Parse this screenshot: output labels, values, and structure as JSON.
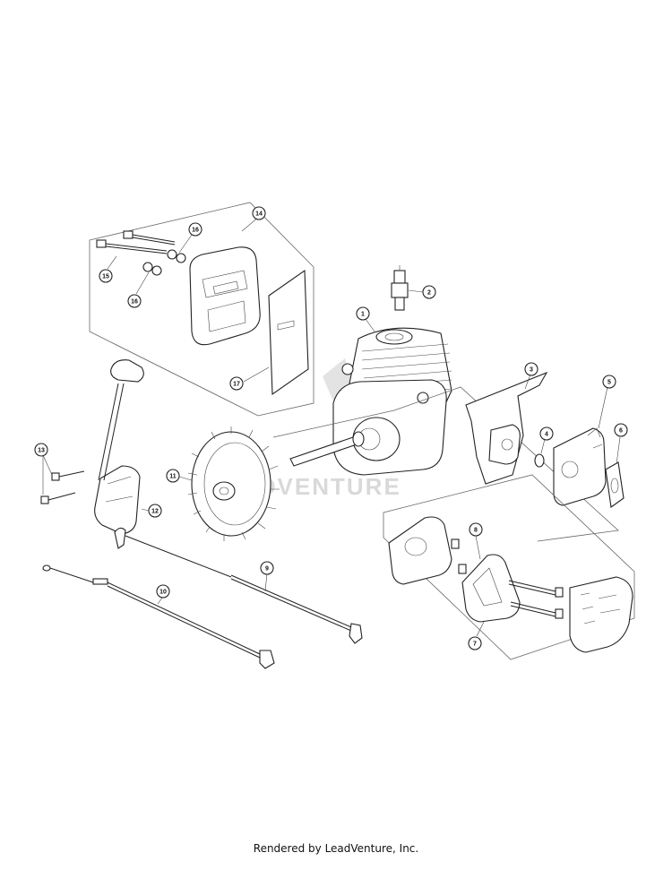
{
  "watermark": {
    "text": "ADVENTURE"
  },
  "footer": {
    "text": "Rendered by LeadVenture, Inc."
  },
  "callouts": [
    "1",
    "2",
    "3",
    "4",
    "5",
    "6",
    "7",
    "8",
    "9",
    "10",
    "11",
    "12",
    "13",
    "14",
    "15",
    "16",
    "16",
    "17"
  ]
}
